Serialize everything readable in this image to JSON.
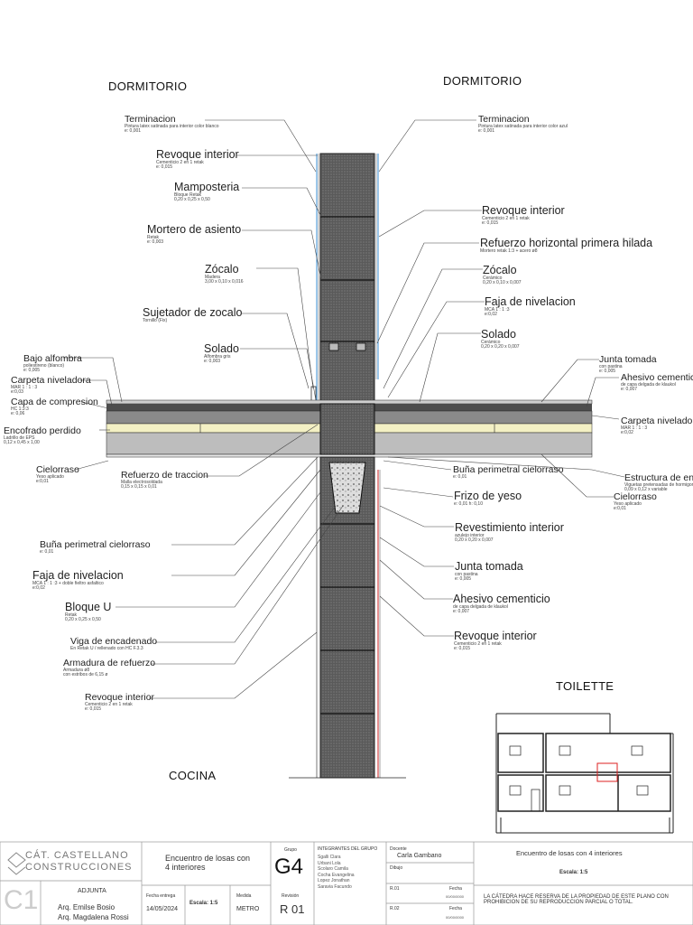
{
  "rooms": {
    "top_left": "DORMITORIO",
    "top_right": "DORMITORIO",
    "bottom_left": "COCINA",
    "bottom_right": "TOILETTE"
  },
  "labels_left": [
    {
      "title": "Terminacion",
      "sub": [
        "Pintura latex satinada para interior color blanco",
        "e: 0,001"
      ]
    },
    {
      "title": "Revoque interior",
      "sub": [
        "Cementicio 2 en 1 retak",
        "e: 0,015"
      ]
    },
    {
      "title": "Mamposteria",
      "sub": [
        "Bloque Retak",
        "0,20 x 0,25 x 0,50"
      ]
    },
    {
      "title": "Mortero de asiento",
      "sub": [
        "Retak",
        "e: 0,003"
      ]
    },
    {
      "title": "Zócalo",
      "sub": [
        "Madera",
        "3,00 x 0,10 x 0,016"
      ]
    },
    {
      "title": "Sujetador de zocalo",
      "sub": [
        "Tornillo (Fix)"
      ]
    },
    {
      "title": "Solado",
      "sub": [
        "Alfombra gris",
        "e: 0,003"
      ]
    },
    {
      "title": "Bajo alfombra",
      "sub": [
        "poliestireno (blanco)",
        "e: 0,005"
      ]
    },
    {
      "title": "Carpeta niveladora",
      "sub": [
        "MAR 1 : 1 : 3",
        "e:0,03"
      ]
    },
    {
      "title": "Capa de compresion",
      "sub": [
        "HC 1:3:3",
        "e: 0,06"
      ]
    },
    {
      "title": "Encofrado perdido",
      "sub": [
        "Ladrillo de EPS",
        "0,12 x 0,45 x 1,00"
      ]
    },
    {
      "title": "Cielorraso",
      "sub": [
        "Yeso aplicado",
        "e:0,01"
      ]
    },
    {
      "title": "Refuerzo de traccion",
      "sub": [
        "Malla electrosoldada",
        "0,15 x 0,15 x 0,01"
      ]
    },
    {
      "title": "Buña perimetral cielorraso",
      "sub": [
        "e: 0,01"
      ]
    },
    {
      "title": "Faja de nivelacion",
      "sub": [
        "MCA 1 : 1 :3 + doble fieltro asfaltico",
        "e:0,02"
      ]
    },
    {
      "title": "Bloque U",
      "sub": [
        "Retak",
        "0,20 x 0,25 x 0,50"
      ]
    },
    {
      "title": "Viga de encadenado",
      "sub": [
        "En Retak U / rellenado con HC F.3.3"
      ]
    },
    {
      "title": "Armadura de refuerzo",
      "sub": [
        "Armadura ø8",
        "con estribos de 6,15 ø"
      ]
    },
    {
      "title": "Revoque interior",
      "sub": [
        "Cementicio 2 en 1 retak",
        "e: 0,015"
      ]
    }
  ],
  "labels_right": [
    {
      "title": "Terminacion",
      "sub": [
        "Pintura latex satinada para interior color azul",
        "e: 0,001"
      ]
    },
    {
      "title": "Revoque interior",
      "sub": [
        "Cementicio 2 en 1 retak",
        "e: 0,015"
      ]
    },
    {
      "title": "Refuerzo horizontal primera hilada",
      "sub": [
        "Mortero retak 1:3 + acero ø8"
      ]
    },
    {
      "title": "Zócalo",
      "sub": [
        "Cerámico",
        "0,20 x 0,10 x 0,007"
      ]
    },
    {
      "title": "Faja de nivelacion",
      "sub": [
        "MCA 1 : 1 :3",
        "e:0,02"
      ]
    },
    {
      "title": "Solado",
      "sub": [
        "Cerámico",
        "0,20 x 0,20 x 0,007"
      ]
    },
    {
      "title": "Junta tomada",
      "sub": [
        "con pastina",
        "e: 0,005"
      ]
    },
    {
      "title": "Ahesivo cementicio",
      "sub": [
        "de capa delgada de klaukol",
        "e: 0,007"
      ]
    },
    {
      "title": "Carpeta niveladora",
      "sub": [
        "MAR 1 : 1 : 3",
        "e:0,02"
      ]
    },
    {
      "title": "Buña perimetral cielorraso",
      "sub": [
        "e: 0,01"
      ]
    },
    {
      "title": "Estructura de entrepiso",
      "sub": [
        "Viguetas pretensadas de hormigon",
        "0,09 x 0,12 x variable"
      ]
    },
    {
      "title": "Cielorraso",
      "sub": [
        "Yeso aplicado",
        "e:0,01"
      ]
    },
    {
      "title": "Frizo de yeso",
      "sub": [
        "e: 0,01     h: 0,10"
      ]
    },
    {
      "title": "Revestimiento interior",
      "sub": [
        "azulejo interior",
        "0,20 x 0,20 x 0,007"
      ]
    },
    {
      "title": "Junta tomada",
      "sub": [
        "con pastina",
        "e: 0,005"
      ]
    },
    {
      "title": "Ahesivo cementicio",
      "sub": [
        "de capa delgada de klaukol",
        "e: 0,007"
      ]
    },
    {
      "title": "Revoque interior",
      "sub": [
        "Cementicio 2 en 1 retak",
        "e: 0,015"
      ]
    }
  ],
  "titleblock": {
    "logo_line1": "CÁT. CASTELLANO",
    "logo_line2": "CONSTRUCCIONES",
    "big_code": "C1",
    "adjunta_label": "ADJUNTA",
    "authors": [
      "Arq. Emilse Bosio",
      "Arq. Magdalena Rossi"
    ],
    "drawing_title": "Encuentro de losas con 4 interiores",
    "grupo_label": "Grupo",
    "grupo": "G4",
    "integrantes_label": "INTEGRANTES DEL GRUPO",
    "integrantes": [
      "Sgalli Clara",
      "Urbani Lola",
      "Scolaro Camila",
      "Cocha Evangelina",
      "Lopez Jonathan",
      "Saravia Facundo"
    ],
    "docente_label": "Docente",
    "docente": "Carla Gambano",
    "dibujo_label": "Dibujo",
    "r01": "R.01",
    "r02": "R.02",
    "fecha_label": "Fecha",
    "fecha_small": "00/00/0000",
    "fecha_entrega_label": "Fecha entrega",
    "fecha_entrega": "14/05/2024",
    "escala_label": "Escala: 1:5",
    "medida_label": "Medida",
    "medida": "METRO",
    "revision_label": "Revisión",
    "revision": "R 01",
    "right_title": "Encuentro de losas con 4 interiores",
    "right_scale": "Escala: 1:5",
    "disclaimer": "LA CÁTEDRA HACE RESERVA DE LA PROPIEDAD DE ESTE PLANO CON PROHIBICION DE SU REPRODUCCION PARCIAL O TOTAL."
  },
  "colors": {
    "wall": "#4a4a4a",
    "slab": "#6d6d6d",
    "insulation": "#f3f0c4",
    "blue_finish": "#3a8fd6",
    "red_finish": "#c22",
    "ink": "#222"
  }
}
